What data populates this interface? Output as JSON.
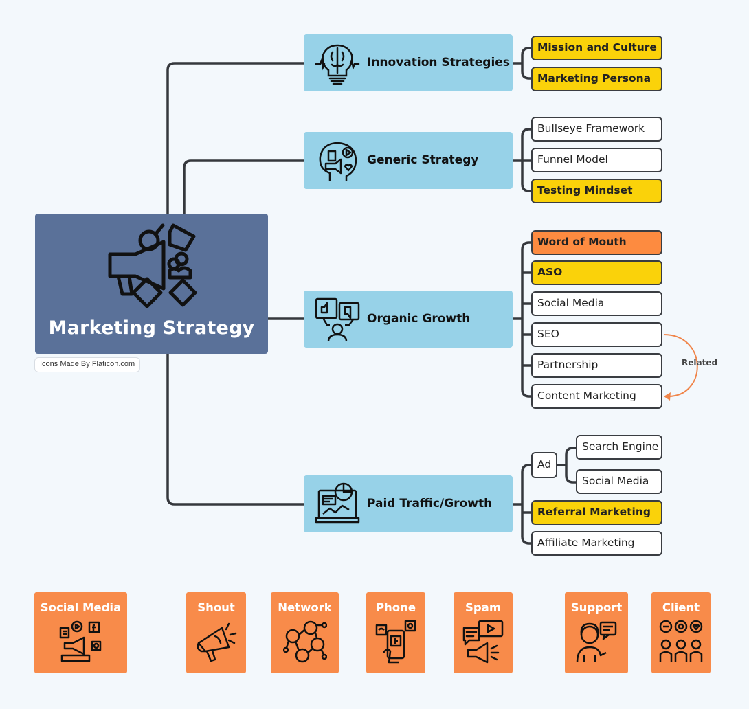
{
  "root": {
    "title": "Marketing Strategy",
    "credit": "Icons Made By Flaticon.com"
  },
  "branches": [
    {
      "label": "Innovation Strategies",
      "icon": "brain-bulb-icon"
    },
    {
      "label": "Generic Strategy",
      "icon": "social-head-icon"
    },
    {
      "label": "Organic Growth",
      "icon": "feedback-screen-icon"
    },
    {
      "label": "Paid Traffic/Growth",
      "icon": "laptop-analytics-icon"
    }
  ],
  "innovation": [
    "Mission and Culture",
    "Marketing Persona"
  ],
  "generic": [
    "Bullseye Framework",
    "Funnel Model",
    "Testing Mindset"
  ],
  "organic": [
    "Word of Mouth",
    "ASO",
    "Social Media",
    "SEO",
    "Partnership",
    "Content Marketing"
  ],
  "related_label": "Related",
  "paid": {
    "ad": "Ad",
    "ad_children": [
      "Search Engine",
      "Social Media"
    ],
    "items": [
      "Referral Marketing",
      "Affiliate Marketing"
    ]
  },
  "tiles": [
    "Social Media",
    "Shout",
    "Network",
    "Phone",
    "Spam",
    "Support",
    "Client"
  ],
  "colors": {
    "root": "#5a7199",
    "branch": "#97d2e8",
    "highlight_yellow": "#fad20a",
    "highlight_orange": "#fd8b40",
    "tile": "#f88b4a",
    "related_arrow": "#f0854a"
  }
}
